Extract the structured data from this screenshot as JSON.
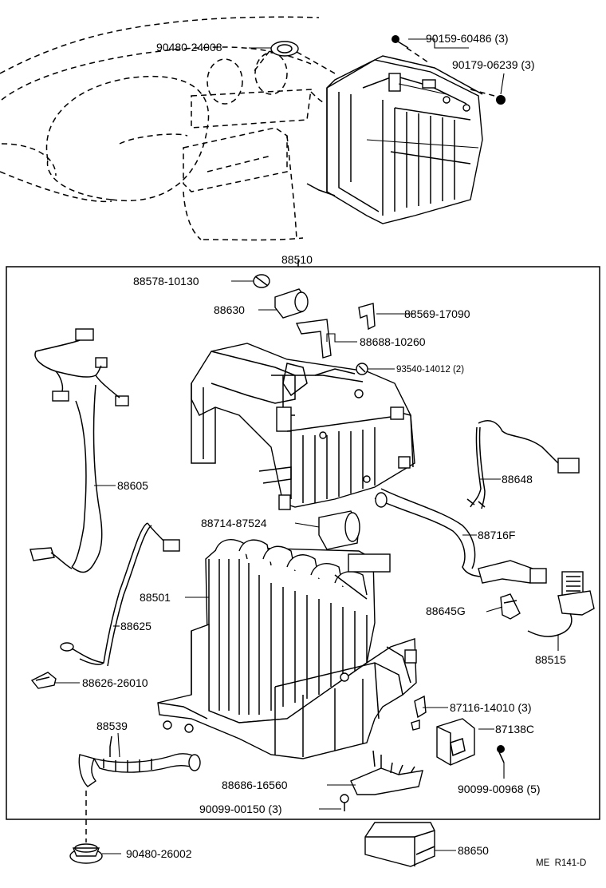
{
  "diagram": {
    "assembly_label": "88510",
    "footer_code": "ME  R141-D",
    "callouts": {
      "p1": "90480-24008",
      "p2": "90159-60486 (3)",
      "p3": "90179-06239 (3)",
      "p4": "88578-10130",
      "p5": "88630",
      "p6": "88569-17090",
      "p7": "88688-10260",
      "p8": "93540-14012 (2)",
      "p9": "88605",
      "p10": "88648",
      "p11": "88714-87524",
      "p12": "88716F",
      "p13": "88501",
      "p14": "88625",
      "p15": "88645G",
      "p16": "88515",
      "p17": "88626-26010",
      "p18": "87116-14010 (3)",
      "p19": "88539",
      "p20": "87138C",
      "p21": "88686-16560",
      "p22": "90099-00968 (5)",
      "p23": "90099-00150 (3)",
      "p24": "90480-26002",
      "p25": "88650"
    }
  }
}
